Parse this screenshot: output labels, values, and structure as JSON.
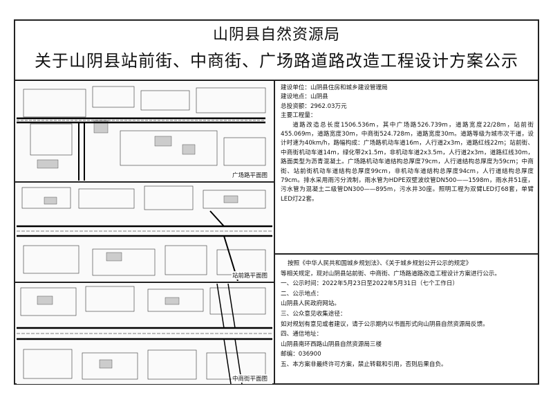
{
  "header": {
    "agency": "山阴县自然资源局",
    "title": "关于山阴县站前街、中商街、广场路道路改造工程设计方案公示"
  },
  "plans": [
    {
      "caption": "广场路平面图"
    },
    {
      "caption": "站前路平面图"
    },
    {
      "caption": "中商街平面图"
    }
  ],
  "info": {
    "unit": "建设单位：山阴县住房和城乡建设管理局",
    "location": "建设地点：山阴县",
    "investment": "总投资额：2962.03万元",
    "content_title": "主要工程量：",
    "body": "道路改造总长度1506.536m，其中广场路526.739m，道路宽度22/28m，站前街455.069m，道路宽度30m，中商街524.728m，道路宽度30m。道路等级为城市次干道，设计时速为40km/h，路幅构成：广场路机动车道16m，人行道2x3m，道路红线22m；站前街、中商街机动车道14m，绿化带2x1.5m，非机动车道2x3.5m，人行道2x3m，道路红线30m，路面类型为沥青混凝土。广场路机动车道结构总厚度79cm，人行道结构总厚度为59cm；中商街、站前街机动车道结构总厚度99cm，非机动车道结构总厚度94cm，人行道结构总厚度79cm。排水采用雨污分流制，雨水管为HDPE双壁波纹管DN500——1598m，雨水井51座，污水管为混凝土二级管DN300——895m，污水井30座。照明工程为双臂LED灯68套，单臂LED灯22套。"
  },
  "notice": {
    "line1": "按照《中华人民共和国城乡规划法》、《关于城乡规划公开公示的规定》",
    "line2": "等相关规定，现对山阴县站前街、中商街、广场路道路改造工程设计方案进行公示。",
    "s1_title": "一、公示时间：2022年5月23日至2022年5月31日（七个工作日）",
    "s2_title": "二、公示地点：",
    "s2_body": "山阴县人民政府网站。",
    "s3_title": "三、公众意见收集途径：",
    "s3_body": "如对规划有意见或者建议，请于公示期内以书面形式向山阴县自然资源局反馈。",
    "s4_title": "四、通信地址：",
    "s4_body": "山阴县南环西路山阴县自然资源局三楼",
    "s4_post": "邮编：036900",
    "s5": "五、本方案非最终许可方案，禁止转载和引用，否则后果自负。"
  }
}
